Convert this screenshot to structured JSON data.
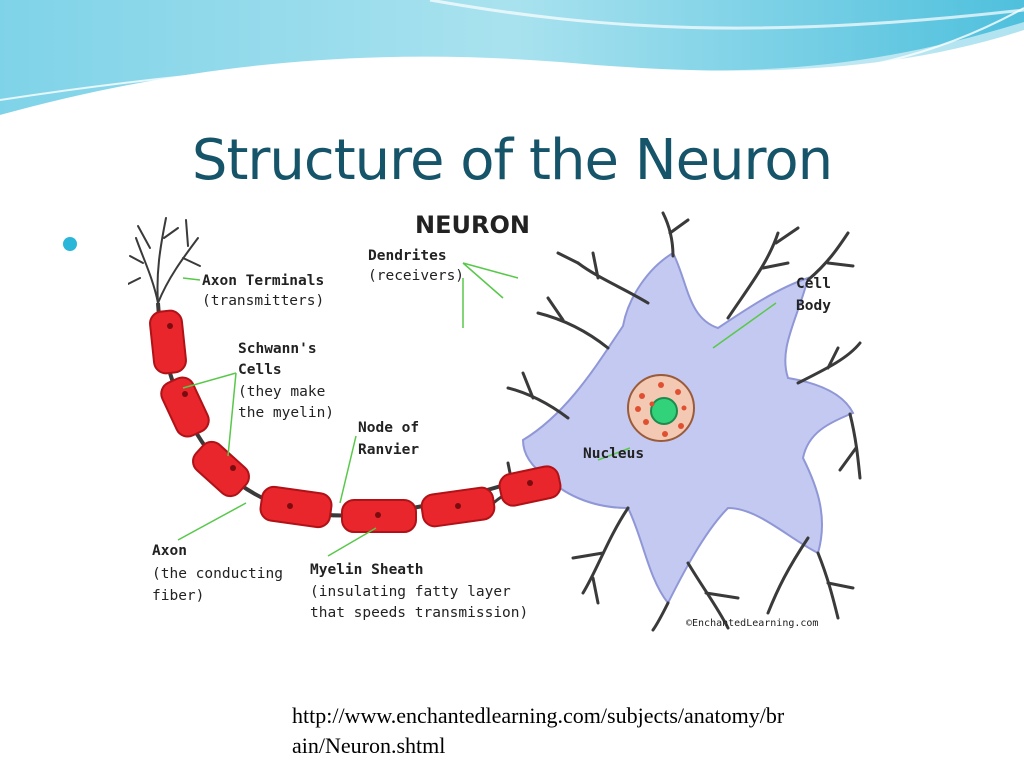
{
  "slide": {
    "title": "Structure of the Neuron",
    "source_url": "http://www.enchantedlearning.com/subjects/anatomy/brain/Neuron.shtml"
  },
  "diagram": {
    "heading": "NEURON",
    "credit": "©EnchantedLearning.com",
    "labels": {
      "axon_terminals": {
        "title": "Axon Terminals",
        "note": "(transmitters)"
      },
      "dendrites": {
        "title": "Dendrites",
        "note": "(receivers)"
      },
      "cell_body": {
        "line1": "Cell",
        "line2": "Body"
      },
      "schwanns_cells": {
        "line1": "Schwann's",
        "line2": "Cells",
        "note1": "(they make",
        "note2": "the myelin)"
      },
      "node_of_ranvier": {
        "line1": "Node of",
        "line2": "Ranvier"
      },
      "nucleus": "Nucleus",
      "axon": {
        "title": "Axon",
        "note1": "(the conducting",
        "note2": "fiber)"
      },
      "myelin_sheath": {
        "title": "Myelin Sheath",
        "note1": "(insulating fatty layer",
        "note2": "that speeds transmission)"
      }
    }
  },
  "colors": {
    "title": "#16546a",
    "bullet": "#29b6d9",
    "myelin": "#e8262b",
    "cell_body": "#c4c9f2",
    "nucleus": "#32d27a",
    "leader_lines": "#58c84a"
  }
}
